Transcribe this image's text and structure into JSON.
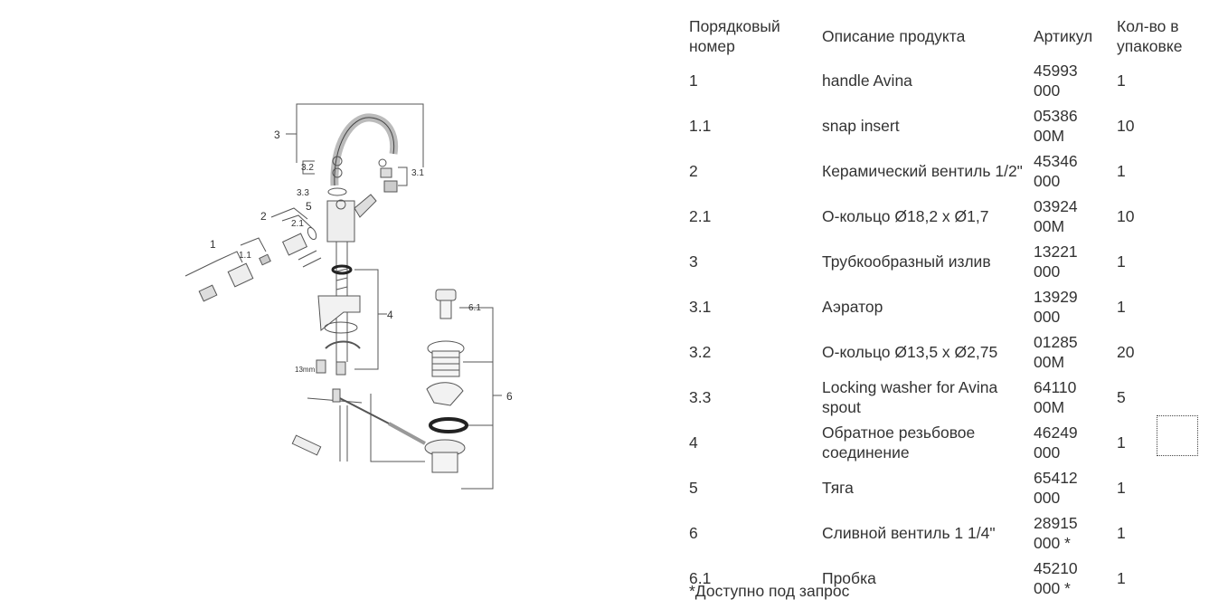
{
  "table": {
    "headers": [
      "Порядковый номер",
      "Описание продукта",
      "Артикул",
      "Кол-во в упаковке"
    ],
    "rows": [
      {
        "pos": "1",
        "desc": "handle Avina",
        "art": "45993 000",
        "qty": "1"
      },
      {
        "pos": "1.1",
        "desc": "snap insert",
        "art": "05386 00M",
        "qty": "10"
      },
      {
        "pos": "2",
        "desc": "Керамический вентиль 1/2\"",
        "art": "45346 000",
        "qty": "1"
      },
      {
        "pos": "2.1",
        "desc": "О-кольцо Ø18,2 x Ø1,7",
        "art": "03924 00M",
        "qty": "10"
      },
      {
        "pos": "3",
        "desc": "Трубкообразный излив",
        "art": "13221 000",
        "qty": "1"
      },
      {
        "pos": "3.1",
        "desc": "Аэратор",
        "art": "13929 000",
        "qty": "1"
      },
      {
        "pos": "3.2",
        "desc": "О-кольцо Ø13,5 x Ø2,75",
        "art": "01285 00M",
        "qty": "20"
      },
      {
        "pos": "3.3",
        "desc": "Locking washer for Avina spout",
        "art": "64110 00M",
        "qty": "5"
      },
      {
        "pos": "4",
        "desc": "Обратное резьбовое соединение",
        "art": "46249 000",
        "qty": "1"
      },
      {
        "pos": "5",
        "desc": "Тяга",
        "art": "65412 000",
        "qty": "1"
      },
      {
        "pos": "6",
        "desc": "Сливной вентиль 1 1/4\"",
        "art": "28915 000 *",
        "qty": "1"
      },
      {
        "pos": "6.1",
        "desc": "Пробка",
        "art": "45210 000 *",
        "qty": "1"
      }
    ]
  },
  "footnote": "*Доступно под запрос",
  "diagram": {
    "labels": {
      "l1": "1",
      "l1_1": "1.1",
      "l2": "2",
      "l2_1": "2.1",
      "l3": "3",
      "l3_1": "3.1",
      "l3_2": "3.2",
      "l3_3": "3.3",
      "l4": "4",
      "l5": "5",
      "l6": "6",
      "l6_1": "6.1",
      "l13mm": "13mm"
    }
  }
}
